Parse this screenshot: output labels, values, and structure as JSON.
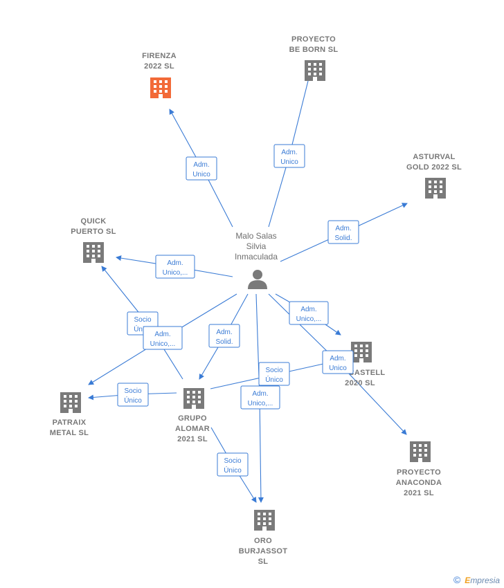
{
  "person": {
    "name_lines": [
      "Malo Salas",
      "Silvia",
      "Inmaculada"
    ]
  },
  "companies": [
    {
      "id": "firenza",
      "lines": [
        "FIRENZA",
        "2022  SL"
      ],
      "highlight": true
    },
    {
      "id": "bebom",
      "lines": [
        "PROYECTO",
        "BE BORN  SL"
      ]
    },
    {
      "id": "asturval",
      "lines": [
        "ASTURVAL",
        "GOLD 2022  SL"
      ]
    },
    {
      "id": "quick",
      "lines": [
        "QUICK",
        "PUERTO  SL"
      ]
    },
    {
      "id": "patraix",
      "lines": [
        "PATRAIX",
        "METAL  SL"
      ]
    },
    {
      "id": "alomar",
      "lines": [
        "GRUPO",
        "ALOMAR",
        "2021  SL"
      ]
    },
    {
      "id": "castell",
      "lines": [
        "CASTELL",
        "2020  SL"
      ]
    },
    {
      "id": "anaconda",
      "lines": [
        "PROYECTO",
        "ANACONDA",
        "2021  SL"
      ]
    },
    {
      "id": "oro",
      "lines": [
        "ORO",
        "BURJASSOT",
        "SL"
      ]
    }
  ],
  "edges": [
    {
      "id": "e_firenza",
      "lines": [
        "Adm.",
        "Unico"
      ]
    },
    {
      "id": "e_bebom",
      "lines": [
        "Adm.",
        "Unico"
      ]
    },
    {
      "id": "e_asturval",
      "lines": [
        "Adm.",
        "Solid."
      ]
    },
    {
      "id": "e_quick",
      "lines": [
        "Adm.",
        "Unico,..."
      ]
    },
    {
      "id": "e_quick_socio",
      "lines": [
        "Socio",
        "Único"
      ]
    },
    {
      "id": "e_patraix",
      "lines": [
        "Adm.",
        "Unico,..."
      ]
    },
    {
      "id": "e_alomar",
      "lines": [
        "Adm.",
        "Solid."
      ]
    },
    {
      "id": "e_castell",
      "lines": [
        "Adm.",
        "Unico,..."
      ]
    },
    {
      "id": "e_castell_socio",
      "lines": [
        "Socio",
        "Único"
      ]
    },
    {
      "id": "e_anaconda",
      "lines": [
        "Adm.",
        "Unico"
      ]
    },
    {
      "id": "e_oro",
      "lines": [
        "Adm.",
        "Unico,..."
      ]
    },
    {
      "id": "e_alomar_patraix",
      "lines": [
        "Socio",
        "Único"
      ]
    },
    {
      "id": "e_alomar_oro",
      "lines": [
        "Socio",
        "Único"
      ]
    }
  ],
  "colors": {
    "edge": "#3a7bd5",
    "building": "#7a7a7a",
    "highlight": "#f26a38"
  },
  "footer": {
    "copyright": "©",
    "brand_e": "E",
    "brand_rest": "mpresia"
  }
}
